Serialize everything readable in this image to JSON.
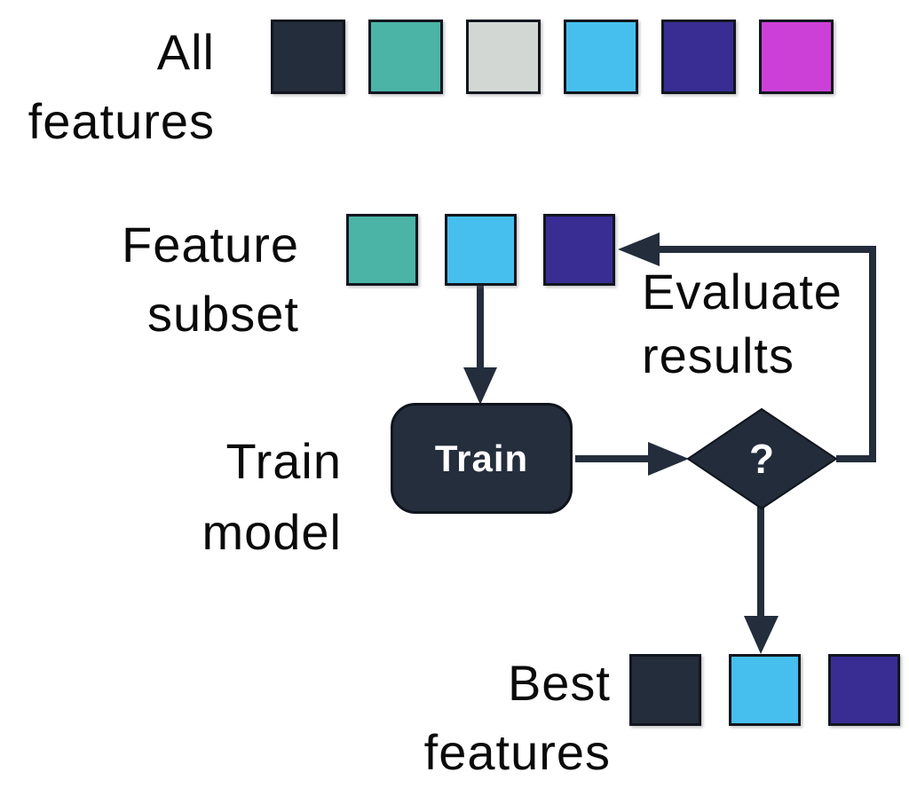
{
  "diagram": {
    "labels": {
      "all_features": {
        "line1": "All",
        "line2": "features"
      },
      "feature_subset": {
        "line1": "Feature",
        "line2": "subset"
      },
      "train_model": {
        "line1": "Train",
        "line2": "model"
      },
      "evaluate_results": {
        "line1": "Evaluate",
        "line2": "results"
      },
      "best_features": {
        "line1": "Best",
        "line2": "features"
      }
    },
    "nodes": {
      "train_box": {
        "label": "Train",
        "fill": "#242e3c",
        "text_color": "#ffffff"
      },
      "decision_diamond": {
        "label": "?",
        "fill": "#232c3a",
        "text_color": "#ffffff"
      }
    },
    "palette": {
      "dark_navy": "#242d3b",
      "teal": "#4bb4a7",
      "light_gray": "#d2d7d4",
      "sky_blue": "#47bfee",
      "indigo": "#392d93",
      "magenta": "#cd40d8",
      "connector": "#232d3b",
      "background": "#ffffff",
      "label_text": "#0a0a0a"
    },
    "rows": {
      "all_features": {
        "colors": [
          "#242d3b",
          "#4bb4a7",
          "#d2d7d4",
          "#47bfee",
          "#392d93",
          "#cd40d8"
        ]
      },
      "feature_subset": {
        "colors": [
          "#4bb4a7",
          "#47bfee",
          "#392d93"
        ]
      },
      "best_features": {
        "colors": [
          "#242d3b",
          "#47bfee",
          "#392d93"
        ]
      }
    }
  }
}
